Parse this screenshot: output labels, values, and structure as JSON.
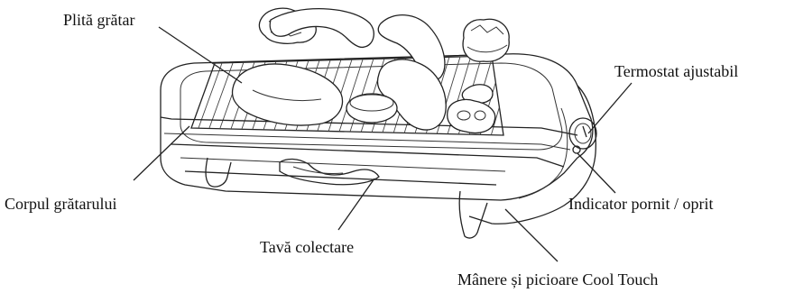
{
  "labels": {
    "grill_plate": "Plită grătar",
    "thermostat": "Termostat ajustabil",
    "grill_body": "Corpul grătarului",
    "power_indicator": "Indicator pornit / oprit",
    "drip_tray": "Tavă colectare",
    "cool_touch_handles": "Mânere și picioare Cool Touch"
  }
}
